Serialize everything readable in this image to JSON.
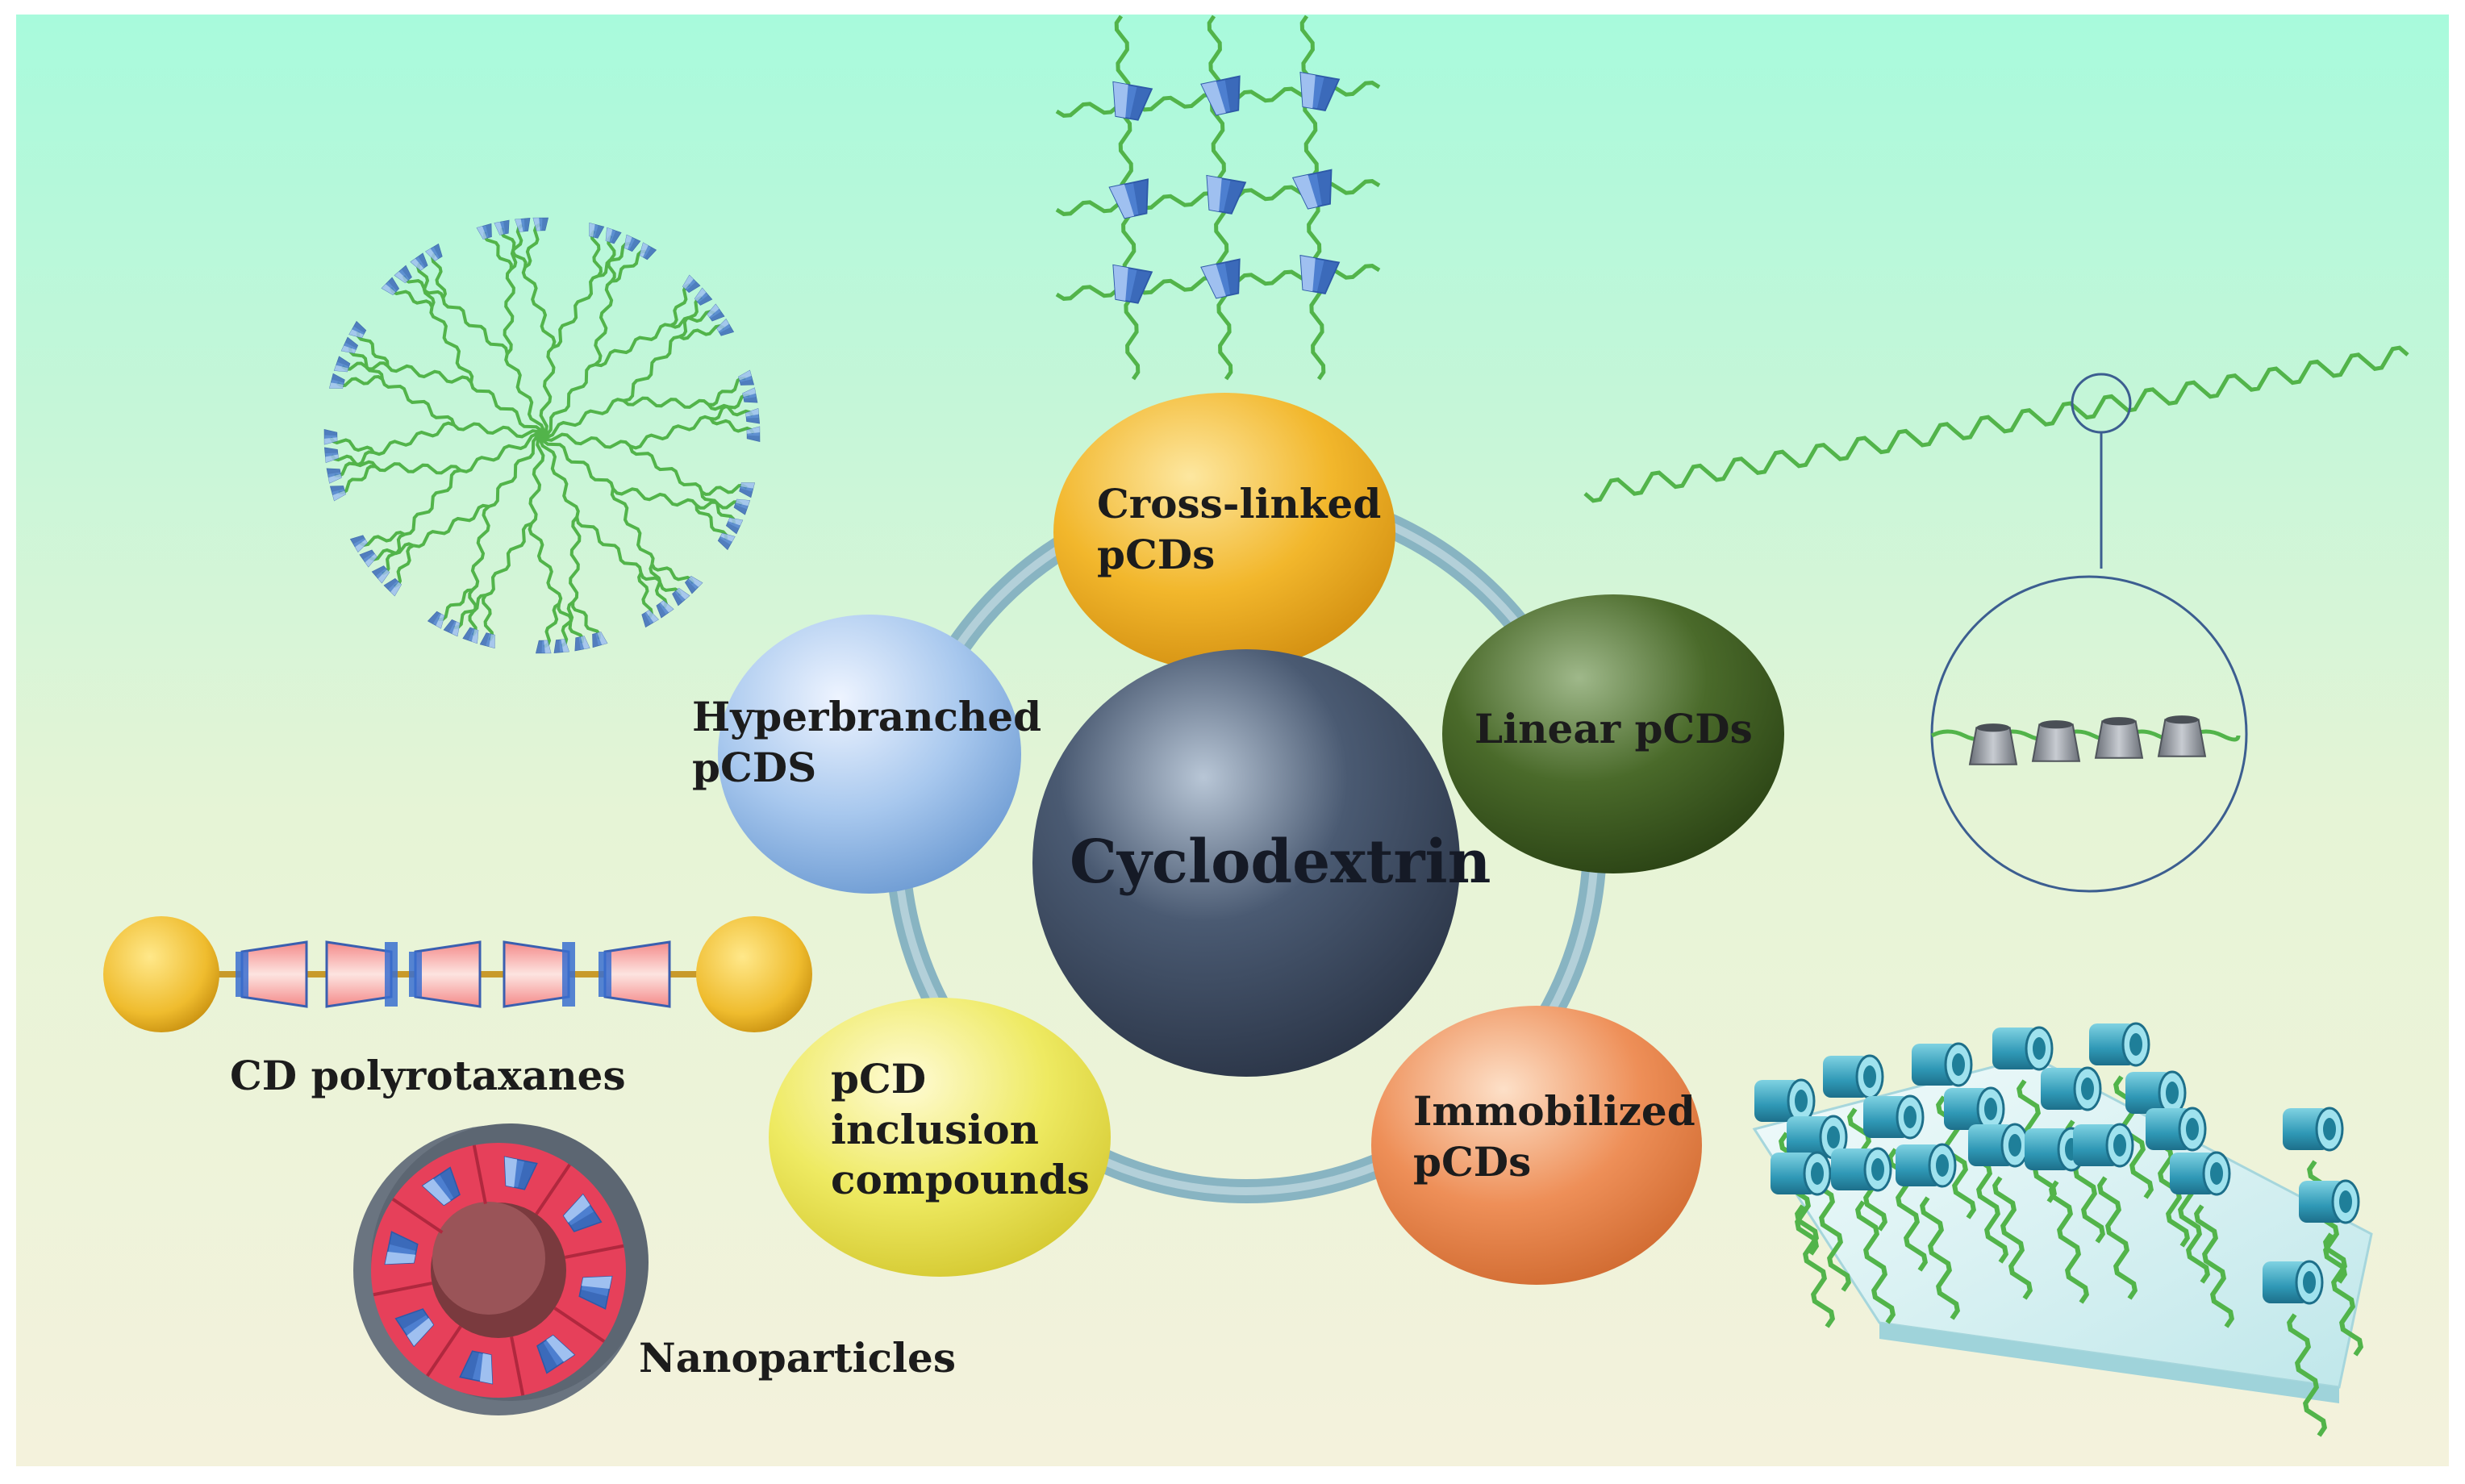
{
  "center": {
    "label": "Cyclodextrin",
    "color": "#4a5a72"
  },
  "nodes": {
    "cross_linked": {
      "line1": "Cross-linked",
      "line2": "pCDs",
      "color": "#f2b72c"
    },
    "linear": {
      "line1": "Linear pCDs",
      "color": "#4a6a2a"
    },
    "immobilized": {
      "line1": "Immobilized",
      "line2": "pCDs",
      "color": "#ee8f58"
    },
    "inclusion": {
      "line1": "pCD",
      "line2": "inclusion",
      "line3": "compounds",
      "color": "#eeea62"
    },
    "hyperbranched": {
      "line1": "Hyperbranched",
      "line2": "pCDS",
      "color": "#8fb8e6"
    }
  },
  "captions": {
    "polyrotaxanes": "CD polyrotaxanes",
    "nanoparticles": "Nanoparticles"
  },
  "icons": [
    "dendrimer-icon",
    "crosslinked-network-icon",
    "linear-chain-icon",
    "magnifier-circle-icon",
    "polyrotaxane-icon",
    "nanoparticle-icon",
    "immobilized-surface-icon"
  ],
  "colors": {
    "chain": "#52b44a",
    "cd_blue": "#4d7fd0",
    "cd_grey": "#7f8690",
    "ring": "#a8c4cc",
    "cylinder": "#3aa6c0"
  }
}
